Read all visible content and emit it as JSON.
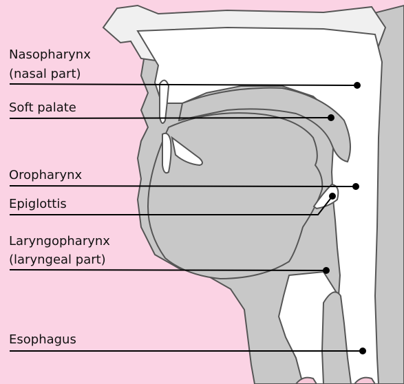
{
  "labels": {
    "nasopharynx": "Nasopharynx",
    "nasopharynx_sub": "(nasal part)",
    "soft_palate": "Soft palate",
    "oropharynx": "Oropharynx",
    "epiglottis": "Epiglottis",
    "laryngopharynx": "Laryngopharynx",
    "laryngopharynx_sub": "(laryngeal part)",
    "esophagus": "Esophagus"
  },
  "colors": {
    "background": "#fbd3e4",
    "tissue_gray": "#c8c8c8",
    "airway_white": "#ffffff",
    "outline": "#555555",
    "leader": "#000000"
  }
}
